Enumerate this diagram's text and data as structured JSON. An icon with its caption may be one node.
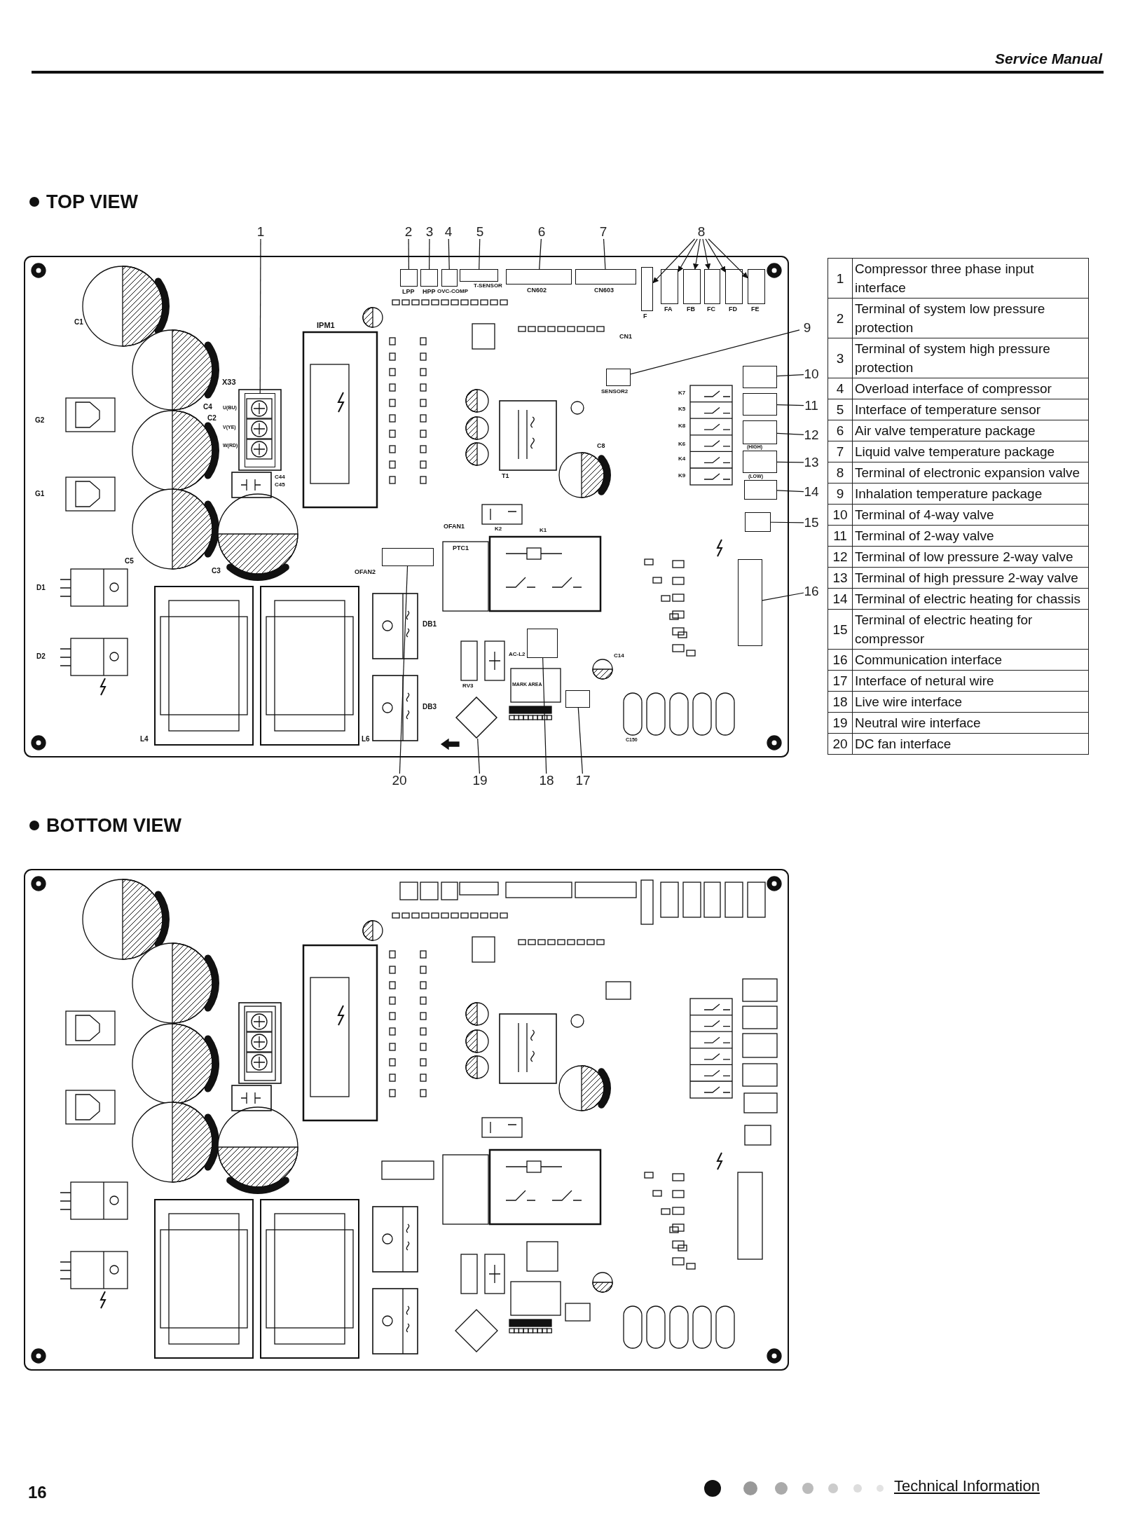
{
  "diagram": {
    "nodes": [
      {
        "text": [
          "1"
        ]
      },
      {
        "text": [
          "2"
        ]
      },
      {
        "text": [
          "3"
        ]
      },
      {
        "text": [
          "4"
        ]
      },
      {
        "text": [
          "5"
        ]
      },
      {
        "text": [
          "6"
        ]
      },
      {
        "text": [
          "7"
        ]
      },
      {
        "text": [
          "8"
        ]
      },
      {
        "text": [
          "9"
        ]
      },
      {
        "text": [
          "10"
        ]
      },
      {
        "text": [
          "11"
        ]
      },
      {
        "text": [
          "12"
        ]
      },
      {
        "text": [
          "13"
        ]
      },
      {
        "text": [
          "14"
        ]
      },
      {
        "text": [
          "15"
        ]
      },
      {
        "text": [
          "16"
        ]
      },
      {
        "text": [
          "17"
        ]
      },
      {
        "text": [
          "18"
        ]
      },
      {
        "text": [
          "19"
        ]
      },
      {
        "text": [
          "20"
        ]
      },
      {
        "text": [],
        "shape": "box"
      },
      {
        "text": [],
        "shape": "box"
      },
      {
        "text": [],
        "shape": "box"
      },
      {
        "text": [],
        "shape": "box"
      },
      {
        "text": [],
        "shape": "box"
      },
      {
        "text": [],
        "shape": "box"
      },
      {
        "text": [],
        "shape": "box"
      },
      {
        "text": [],
        "shape": "box"
      },
      {
        "text": [],
        "shape": "box"
      },
      {
        "text": [],
        "shape": "box"
      },
      {
        "text": [],
        "shape": "box"
      },
      {
        "text": [],
        "shape": "box"
      },
      {
        "text": [],
        "shape": "box"
      },
      {
        "text": [],
        "shape": "box"
      },
      {
        "text": [],
        "shape": "box"
      },
      {
        "text": [],
        "shape": "box"
      },
      {
        "text": [],
        "shape": "box"
      },
      {
        "text": [],
        "shape": "box"
      },
      {
        "text": [],
        "shape": "box"
      },
      {
        "text": [],
        "shape": "box"
      },
      {
        "text": [],
        "shape": "box"
      },
      {
        "text": [],
        "shape": "box"
      },
      {
        "text": [],
        "shape": "box"
      },
      {
        "text": [],
        "shape": "diamond"
      },
      {
        "text": [],
        "shape": "box"
      }
    ],
    "edges": [
      {
        "from": 0,
        "to": 20,
        "arrow": "none"
      },
      {
        "from": 1,
        "to": 21,
        "arrow": "none"
      },
      {
        "from": 2,
        "to": 22,
        "arrow": "none"
      },
      {
        "from": 3,
        "to": 23,
        "arrow": "none"
      },
      {
        "from": 4,
        "to": 24,
        "arrow": "none"
      },
      {
        "from": 5,
        "to": 25,
        "arrow": "none"
      },
      {
        "from": 6,
        "to": 26,
        "arrow": "none"
      },
      {
        "from": 7,
        "to": 27,
        "arrow": "to"
      },
      {
        "from": 7,
        "to": 28,
        "arrow": "to"
      },
      {
        "from": 7,
        "to": 29,
        "arrow": "to"
      },
      {
        "from": 7,
        "to": 30,
        "arrow": "to"
      },
      {
        "from": 7,
        "to": 31,
        "arrow": "to"
      },
      {
        "from": 7,
        "to": 32,
        "arrow": "to"
      },
      {
        "from": 8,
        "to": 33,
        "arrow": "none"
      },
      {
        "from": 9,
        "to": 34,
        "arrow": "none"
      },
      {
        "from": 10,
        "to": 35,
        "arrow": "none"
      },
      {
        "from": 11,
        "to": 36,
        "arrow": "none"
      },
      {
        "from": 12,
        "to": 37,
        "arrow": "none"
      },
      {
        "from": 13,
        "to": 38,
        "arrow": "none"
      },
      {
        "from": 14,
        "to": 39,
        "arrow": "none"
      },
      {
        "from": 15,
        "to": 40,
        "arrow": "none"
      },
      {
        "from": 16,
        "to": 41,
        "arrow": "none"
      },
      {
        "from": 17,
        "to": 42,
        "arrow": "none"
      },
      {
        "from": 18,
        "to": 43,
        "arrow": "none"
      },
      {
        "from": 19,
        "to": 44,
        "arrow": "none"
      }
    ],
    "labels": [
      "Service Manual",
      "TOP VIEW",
      "LPP",
      "HPP",
      "OVC-COMP",
      "T-SENSOR",
      "CN602",
      "CN603",
      "F",
      "FA",
      "FB",
      "FC",
      "FD",
      "FE",
      "C1",
      "IPM1",
      "CN1",
      "X33",
      "SENSOR2",
      "K7",
      "C4",
      "U(BU)",
      "K5",
      "G2",
      "C2",
      "V(YE)",
      "K8",
      "W(RD)",
      "C8",
      "K6",
      "(HIGH)",
      "K4",
      "C44",
      "T1",
      "K9",
      "(LOW)",
      "C45",
      "G1",
      "OFAN1",
      "K2",
      "K1",
      "PTC1",
      "C5",
      "C3",
      "OFAN2",
      "D1",
      "DB1",
      "D2",
      "AC-L2",
      "C14",
      "RV3",
      "MARK AREA",
      "DB3",
      "L4",
      "L6",
      "C150",
      "1",
      "Compressor three phase input interface",
      "2",
      "Terminal of system low pressure protection",
      "3",
      "Terminal of system high pressure protection",
      "4",
      "Overload interface of compressor",
      "5",
      "Interface of temperature sensor",
      "6",
      "Air valve temperature package",
      "7",
      "Liquid valve temperature package",
      "8",
      "Terminal of electronic expansion valve",
      "9",
      "Inhalation temperature package",
      "10",
      "Terminal of 4-way valve",
      "11",
      "Terminal of 2-way valve",
      "12",
      "Terminal of low pressure 2-way valve",
      "13",
      "Terminal of high pressure 2-way valve",
      "14",
      "Terminal of electric heating for chassis",
      "15",
      "Terminal of electric heating for compressor",
      "16",
      "Communication interface",
      "17",
      "Interface of netural wire",
      "18",
      "Live wire interface",
      "19",
      "Neutral wire interface",
      "20",
      "DC fan interface",
      "BOTTOM VIEW",
      "16",
      "Technical Information"
    ]
  }
}
